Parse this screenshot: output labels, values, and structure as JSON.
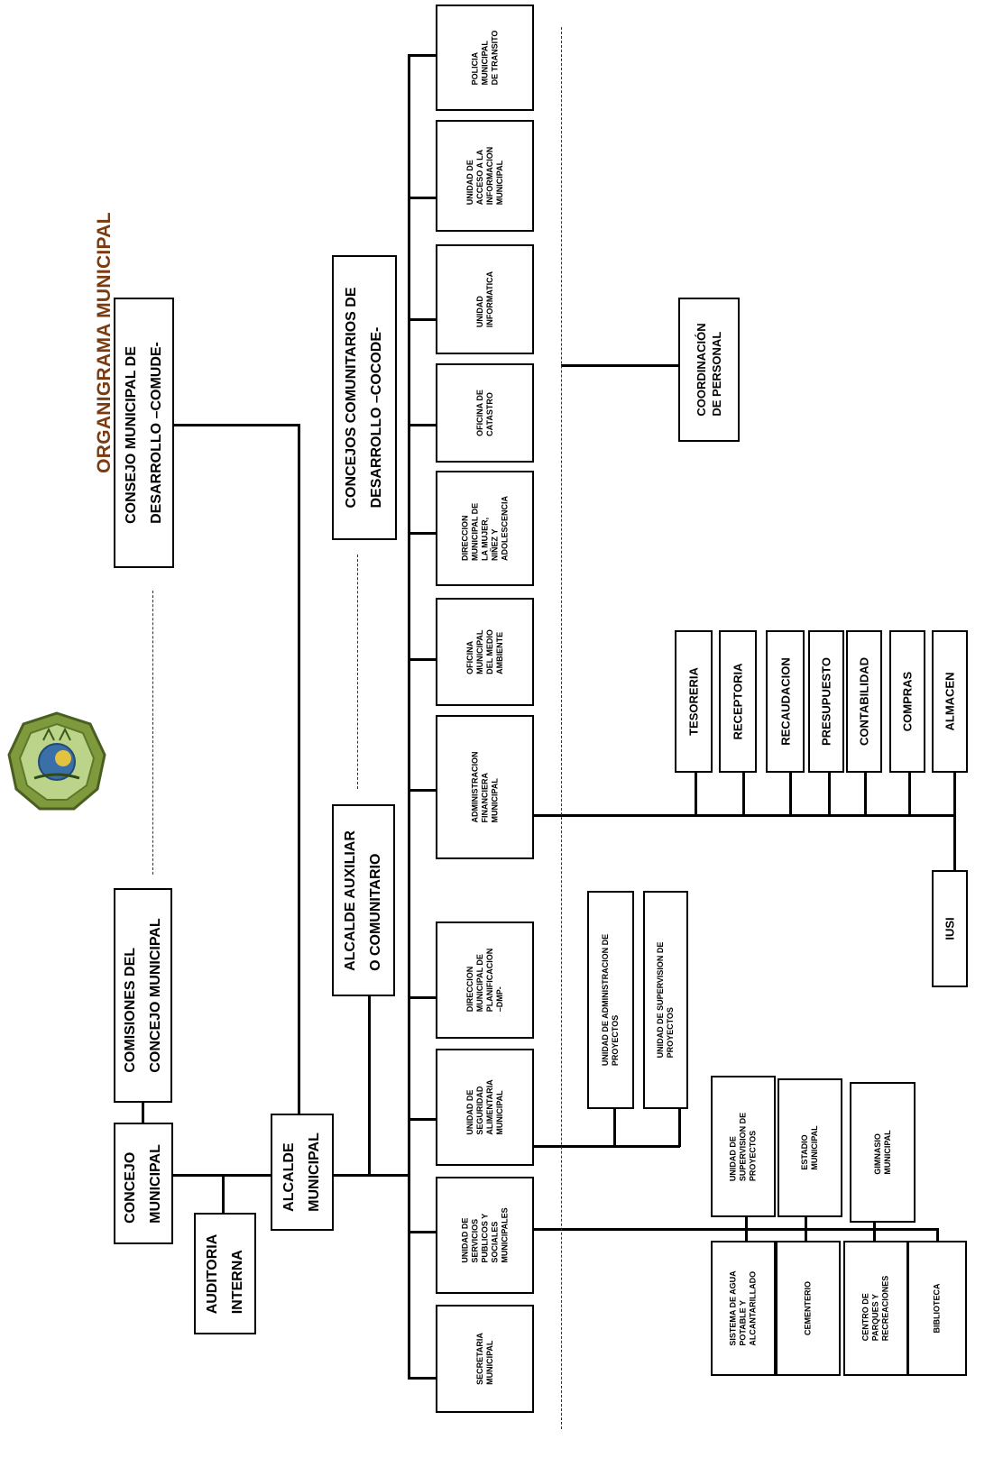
{
  "title": "ORGANIGRAMA MUNICIPAL",
  "boxes": {
    "consejo_comude": "CONSEJO MUNICIPAL DE\nDESARROLLO –COMUDE-",
    "comisiones": "COMISIONES DEL\nCONCEJO MUNICIPAL",
    "concejo": "CONCEJO\nMUNICIPAL",
    "auditoria": "AUDITORIA\nINTERNA",
    "alcalde": "ALCALDE\nMUNICIPAL",
    "alcalde_auxiliar": "ALCALDE AUXILIAR\nO COMUNITARIO",
    "cocode": "CONCEJOS COMUNITARIOS DE\nDESARROLLO –COCODE-",
    "policia": "POLICIA\nMUNICIPAL\nDE TRANSITO",
    "acceso_info": "UNIDAD DE\nACCESO A LA\nINFORMACION\nMUNICIPAL",
    "informatica": "UNIDAD\nINFORMATICA",
    "catastro": "OFICINA DE\nCATASTRO",
    "dir_mujer": "DIRECCION\nMUNICIPAL DE\nLA MUJER,\nNIÑEZ Y\nADOLESCENCIA",
    "medio_ambiente": "OFICINA\nMUNICIPAL\nDEL MEDIO\nAMBIENTE",
    "afm": "ADMINISTRACION\nFINANCIERA\nMUNICIPAL",
    "dmp": "DIRECCION\nMUNICIPAL DE\nPLANIFICACION\n–DMP-",
    "seguridad_alimentaria": "UNIDAD DE\nSEGURIDAD\nALIMENTARIA\nMUNICIPAL",
    "servicios_publicos": "UNIDAD DE\nSERVICIOS\nPUBLICOS Y\nSOCIALES\nMUNICIPALES",
    "secretaria": "SECRETARIA\nMUNICIPAL",
    "coordinacion_personal": "COORDINACIÓN\nDE PERSONAL",
    "tesoreria": "TESORERIA",
    "receptoria": "RECEPTORIA",
    "recaudacion": "RECAUDACION",
    "presupuesto": "PRESUPUESTO",
    "contabilidad": "CONTABILIDAD",
    "compras": "COMPRAS",
    "almacen": "ALMACEN",
    "iusi": "IUSI",
    "unidad_admin_proyectos": "UNIDAD DE ADMINISTRACION DE\nPROYECTOS",
    "unidad_superv_proyectos_dmp": "UNIDAD DE SUPERVISION DE\nPROYECTOS",
    "unidad_superv_proyectos_sp": "UNIDAD DE\nSUPERVISION DE\nPROYECTOS",
    "estadio": "ESTADIO\nMUNICIPAL",
    "gimnasio": "GIMNASIO\nMUNICIPAL",
    "agua_potable": "SISTEMA DE AGUA\nPOTABLE Y\nALCANTARILLADO",
    "cementerio": "CEMENTERIO",
    "parques": "CENTRO DE\nPARQUES Y\nRECREACIONES",
    "biblioteca": "BIBLIOTECA"
  }
}
